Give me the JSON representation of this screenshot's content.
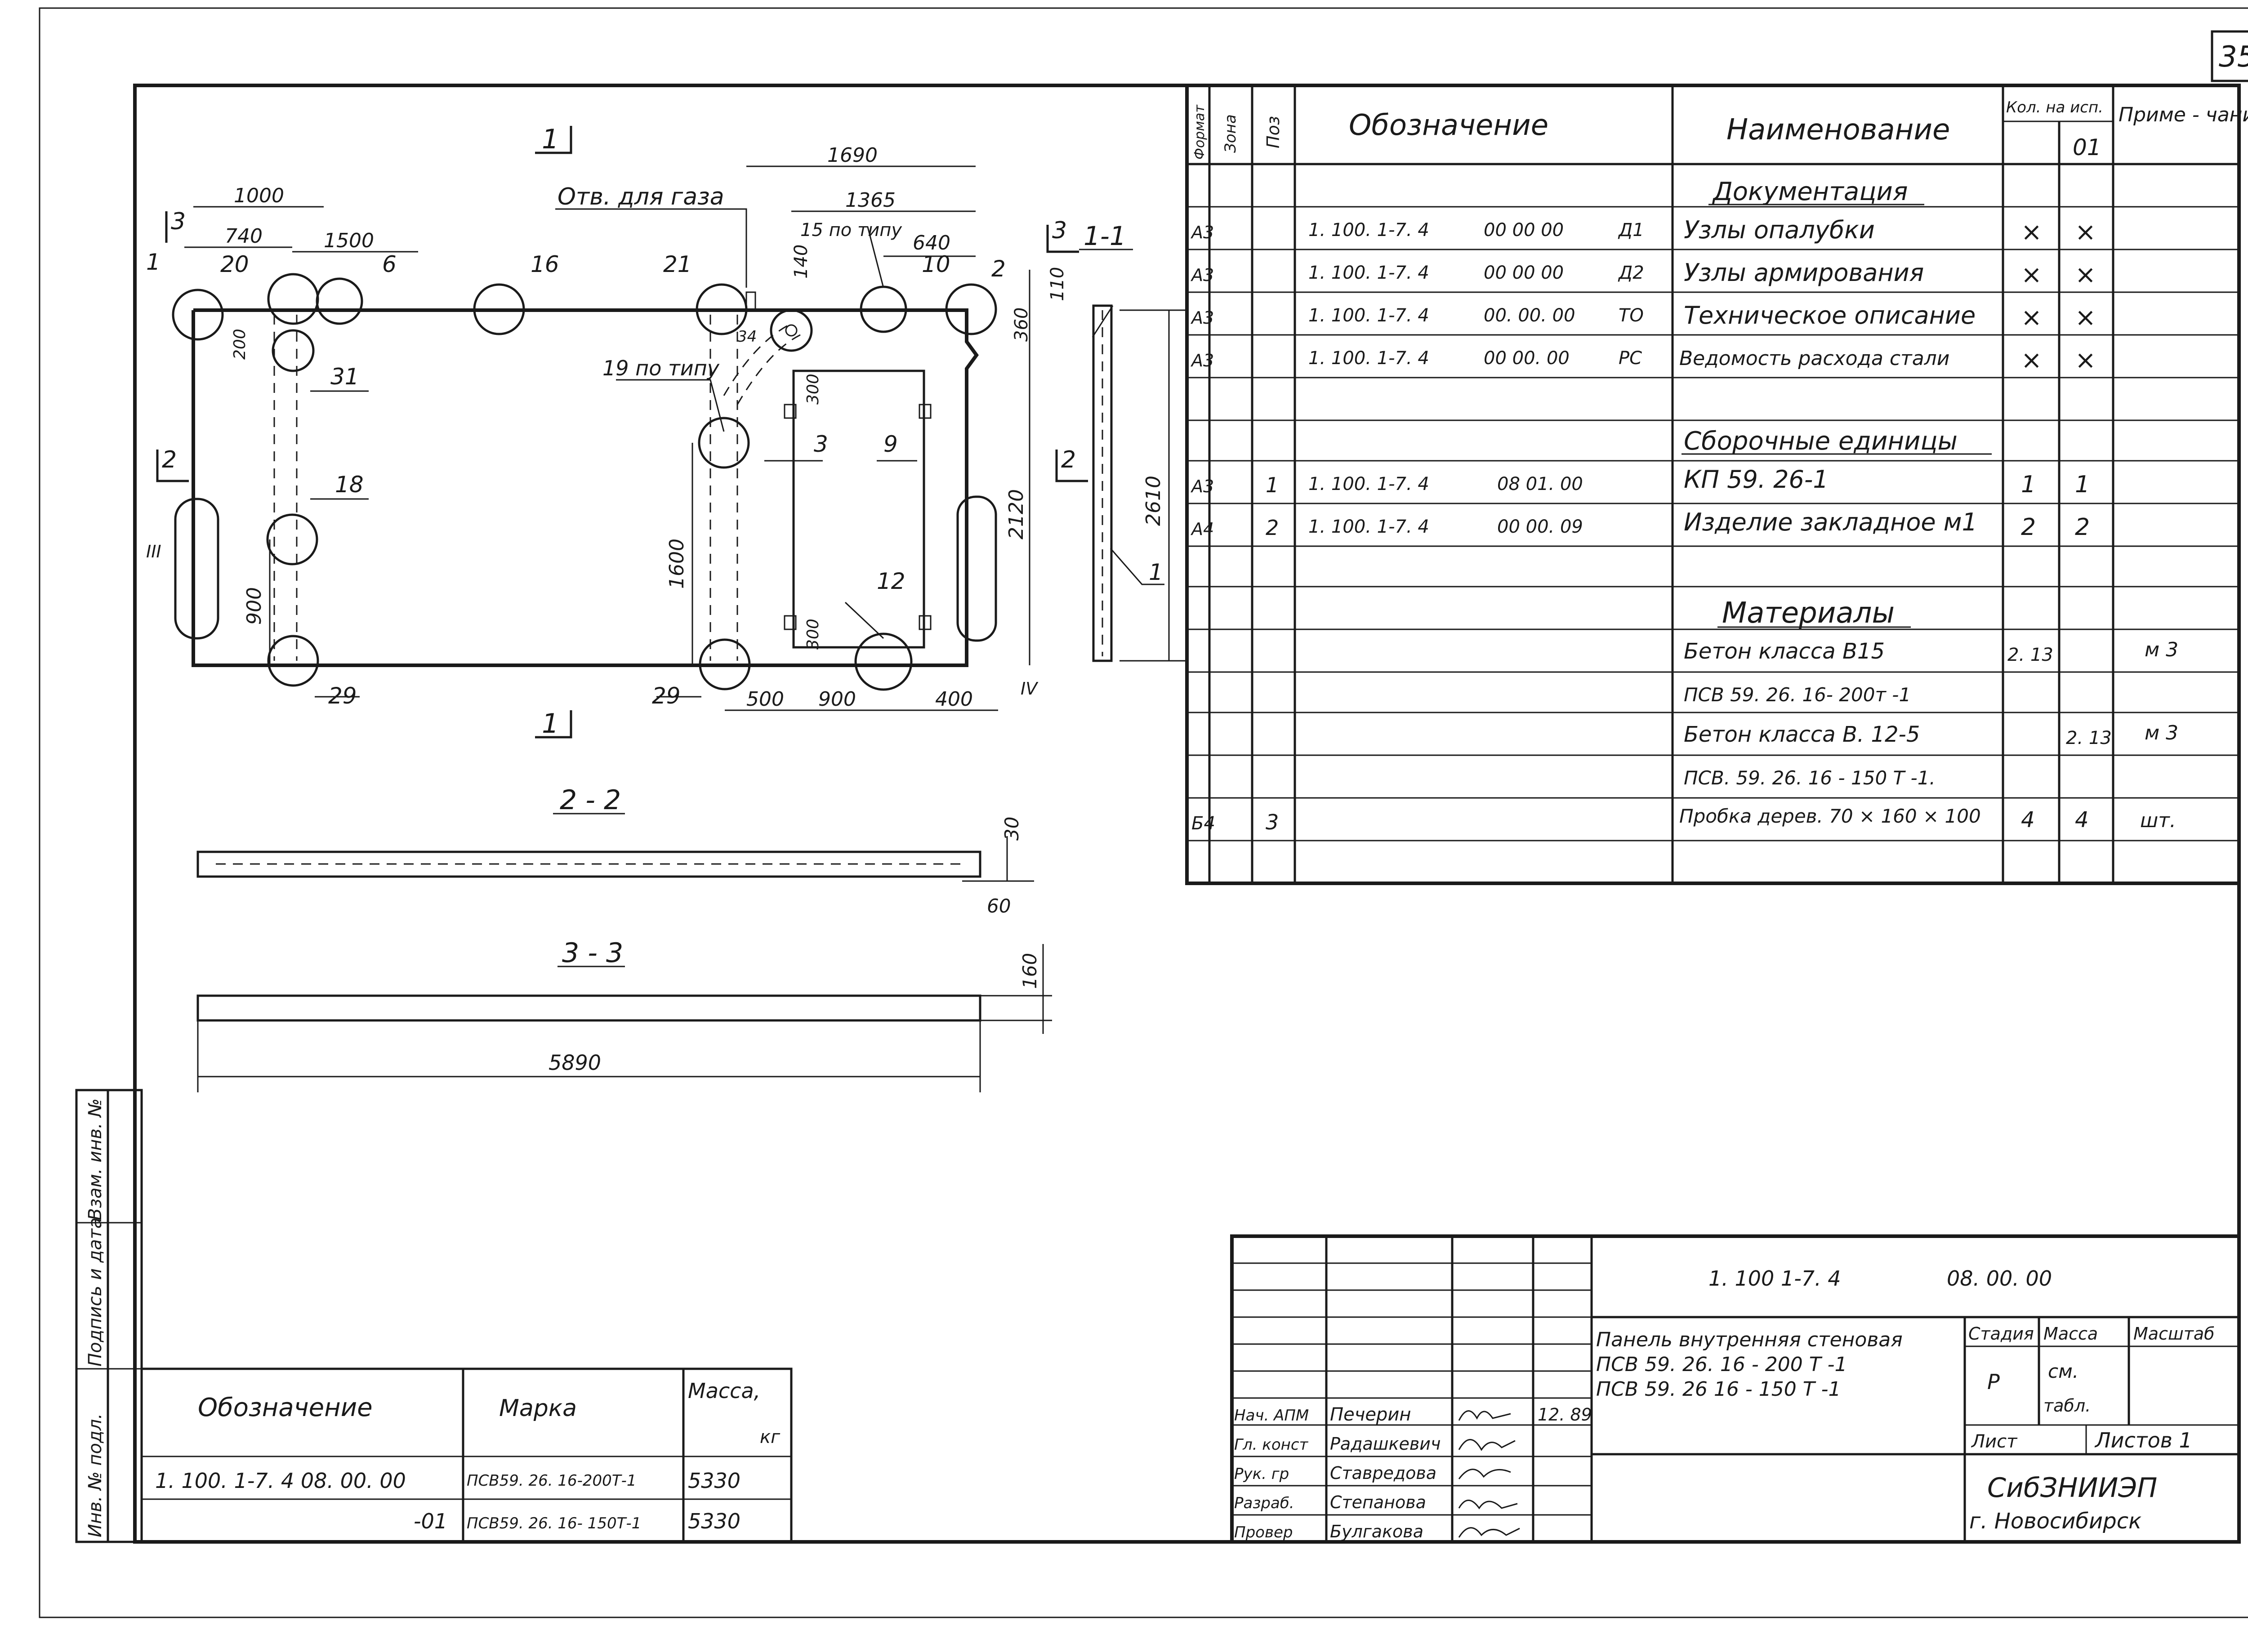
{
  "sheet_number": "35",
  "plan": {
    "section_marks": {
      "top": "1",
      "bottom": "1",
      "left_top": "3",
      "left_mid": "2",
      "right_top": "3",
      "right_mid": "2"
    },
    "gas_hole_label": "Отв. для газа",
    "per_type_15": "15 по типу",
    "per_type_19": "19 по типу",
    "dims": {
      "d1000": "1000",
      "d740": "740",
      "d1500": "1500",
      "d1690": "1690",
      "d1365": "1365",
      "d640": "640",
      "d140": "140",
      "d110": "110",
      "d360": "360",
      "d200": "200",
      "d300a": "300",
      "d300b": "300",
      "d1600": "1600",
      "d900v": "900",
      "d2120": "2120",
      "d500": "500",
      "d900h": "900",
      "d400": "400",
      "d34": "34"
    },
    "pos": {
      "p1": "1",
      "p20": "20",
      "p6": "6",
      "p16": "16",
      "p21": "21",
      "p10": "10",
      "p2": "2",
      "p31": "31",
      "p3": "3",
      "p9": "9",
      "p18": "18",
      "p12": "12",
      "p29a": "29",
      "p29b": "29"
    },
    "roman_3": "III",
    "roman_4": "IV"
  },
  "section_1_1": {
    "title": "1-1",
    "dim_2610": "2610",
    "pos_1": "1"
  },
  "section_2_2": {
    "title": "2 - 2",
    "dim_30": "30",
    "dim_60": "60"
  },
  "section_3_3": {
    "title": "3 - 3",
    "dim_160": "160",
    "dim_5890": "5890"
  },
  "spec_table": {
    "headers": {
      "format": "Формат",
      "zone": "Зона",
      "pos": "Поз",
      "designation": "Обозначение",
      "name": "Наименование",
      "qty": "Кол. на исп.",
      "qty_01": "01",
      "note": "Приме - чание"
    },
    "sections": {
      "docs": "Документация",
      "assembly": "Сборочные единицы",
      "materials": "Материалы"
    },
    "docs": [
      {
        "format": "А3",
        "code": "1. 100. 1-7. 4",
        "num": "00 00 00",
        "suffix": "Д1",
        "name": "Узлы опалубки",
        "q0": "×",
        "q1": "×"
      },
      {
        "format": "А3",
        "code": "1. 100. 1-7. 4",
        "num": "00 00 00",
        "suffix": "Д2",
        "name": "Узлы армирования",
        "q0": "×",
        "q1": "×"
      },
      {
        "format": "А3",
        "code": "1. 100. 1-7. 4",
        "num": "00. 00. 00",
        "suffix": "ТО",
        "name": "Техническое описание",
        "q0": "×",
        "q1": "×"
      },
      {
        "format": "А3",
        "code": "1. 100. 1-7. 4",
        "num": "00 00. 00",
        "suffix": "РС",
        "name": "Ведомость расхода стали",
        "q0": "×",
        "q1": "×"
      }
    ],
    "assembly": [
      {
        "format": "А3",
        "pos": "1",
        "code": "1. 100. 1-7. 4",
        "num": "08 01. 00",
        "name": "КП 59. 26-1",
        "q0": "1",
        "q1": "1"
      },
      {
        "format": "А4",
        "pos": "2",
        "code": "1. 100. 1-7. 4",
        "num": "00 00. 09",
        "name": "Изделие закладное м1",
        "q0": "2",
        "q1": "2"
      }
    ],
    "materials": [
      {
        "name": "Бетон класса В15",
        "q0": "2. 13",
        "q1": "",
        "note": "м 3"
      },
      {
        "name": "ПСВ 59. 26. 16- 200т -1",
        "q0": "",
        "q1": "",
        "note": ""
      },
      {
        "name": "Бетон класса В. 12-5",
        "q0": "",
        "q1": "2. 13",
        "note": "м 3"
      },
      {
        "name": "ПСВ. 59. 26. 16 - 150 Т -1.",
        "q0": "",
        "q1": "",
        "note": ""
      }
    ],
    "plug": {
      "format": "Б4",
      "pos": "3",
      "name": "Пробка дерев. 70 × 160 × 100",
      "q0": "4",
      "q1": "4",
      "note": "шт."
    }
  },
  "variants_table": {
    "headers": {
      "designation": "Обозначение",
      "mark": "Марка",
      "mass": "Масса,",
      "mass_unit": "кг"
    },
    "rows": [
      {
        "designation": "1. 100. 1-7. 4  08. 00. 00",
        "mark": "ПСВ59. 26. 16-200Т-1",
        "mass": "5330"
      },
      {
        "designation": "-01",
        "mark": "ПСВ59. 26. 16- 150Т-1",
        "mass": "5330"
      }
    ]
  },
  "side_stamp": {
    "inv_orig": "Инв. № подл.",
    "sign_date": "Подпись и дата",
    "inv_repl": "Взам. инв. №"
  },
  "title_block": {
    "code": "1. 100 1-7. 4",
    "num": "08. 00. 00",
    "title_1": "Панель внутренняя стеновая",
    "title_2": "ПСВ 59. 26. 16 - 200 Т -1",
    "title_3": "ПСВ 59. 26 16 - 150 Т -1",
    "stage_h": "Стадия",
    "mass_h": "Масса",
    "scale_h": "Масштаб",
    "stage_v": "Р",
    "mass_v1": "см.",
    "mass_v2": "табл.",
    "sheet_h": "Лист",
    "sheets_h": "Листов 1",
    "org_1": "СибЗНИИЭП",
    "org_2": "г. Новосибирск",
    "date": "12. 89",
    "staff": [
      {
        "role": "Нач. АПМ",
        "name": "Печерин"
      },
      {
        "role": "Гл. конст",
        "name": "Радашкевич"
      },
      {
        "role": "Рук. гр",
        "name": "Ставредова"
      },
      {
        "role": "Разраб.",
        "name": "Степанова"
      },
      {
        "role": "Провер",
        "name": "Булгакова"
      }
    ]
  }
}
